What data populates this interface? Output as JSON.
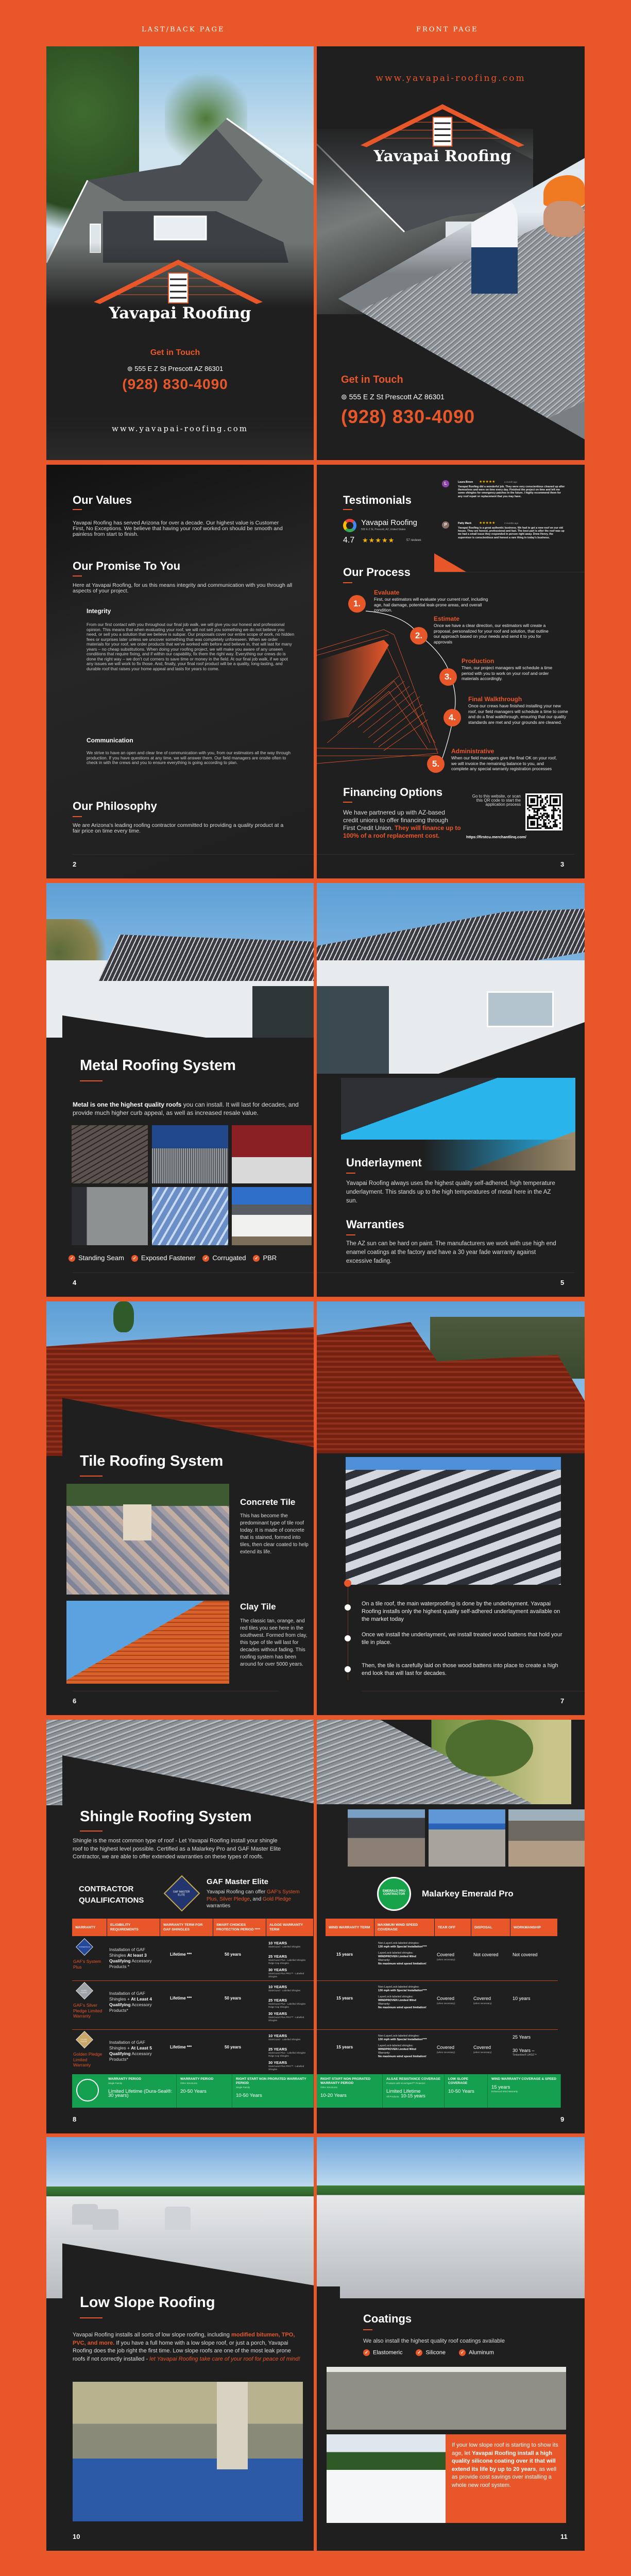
{
  "labels": {
    "back": "LAST/BACK PAGE",
    "front": "FRONT PAGE"
  },
  "colors": {
    "accent": "#e8572a",
    "dark": "#1f1f1f",
    "green": "#15a04f"
  },
  "brand": {
    "name": "Yavapai Roofing",
    "website": "www.yavapai-roofing.com",
    "get_in_touch": "Get in Touch",
    "address": "555 E Z St Prescott AZ 86301",
    "phone": "(928) 830-4090",
    "location_icon": "location-pin-icon"
  },
  "p2": {
    "values_title": "Our Values",
    "values_text": "Yavapai Roofing has served Arizona for over a decade. Our highest value is Customer First, No Exceptions. We believe that having your roof worked on should be smooth and painless from start to finish.",
    "promise_title": "Our Promise To You",
    "promise_text": "Here at Yavapai Roofing, for us this means integrity and communication with you through all aspects of your project.",
    "integrity_title": "Integrity",
    "integrity_text": "From our first contact with you throughout our final job walk, we will give you our honest and professional opinion. This means that when evaluating your roof, we will not sell you something we do not believe you need, or sell you a solution that we believe is subpar. Our proposals cover our entire scope of work, no hidden fees or surprises later unless we uncover something that was completely unforeseen. When we order materials for your roof, we order products that we've worked with before and believe in, that will last for many years – no cheap substitutions. When doing your roofing project, we will make you aware of any unseen conditions that require fixing, and if within our capability, fix them the right way. Everything our crews do is done the right way – we don't cut corners to save time or money in the field. At our final job walk, if we spot any issues we will work to fix those. And, finally, your final roof product will be a quality, long-lasting, and durable roof that raises your home appeal and lasts for years to come.",
    "communication_title": "Communication",
    "communication_text": "We strive to have an open and clear line of communication with you, from our estimators all the way through production. If you have questions at any time, we will answer them. Our field managers are onsite often to check in with the crews and you to ensure everything is going according to plan.",
    "philosophy_title": "Our Philosophy",
    "philosophy_text": "We are Arizona's leading roofing contractor committed to providing a quality product at a fair price on time every time.",
    "page": "2"
  },
  "p3": {
    "testimonials_title": "Testimonials",
    "google": {
      "name": "Yavapai Roofing",
      "address": "555 E Z St, Prescott, AZ, United States",
      "rating": "4.7",
      "stars": 4.7,
      "reviews": "57 reviews"
    },
    "reviews": [
      {
        "initial": "L",
        "name": "Laura Breen",
        "stars": 5,
        "time": "a month ago",
        "text": "Yavapai Roofing did a wonderful job. They were very conscientious cleaned up after themselves and were on time every day. Finished the project on time and left me some shingles for emergency patches in the future. I highly recommend them for any roof repair or replacement that you may have."
      },
      {
        "initial": "P",
        "name": "Patty Mack",
        "stars": 5,
        "time": "2 months ago",
        "text": "Yavapai Roofing is a great authentic business. We had to get a new roof on our old house. They are honest, professional and fast. The best part is after the roof was up we had a small issue they responded in person right away. Drew Henry, the supervisor is conscientious and honest a rare thing in today's business."
      }
    ],
    "process_title": "Our Process",
    "steps": [
      {
        "num": "1.",
        "title": "Evaluate",
        "text": "First, our estimators will evaluate your current roof, including age, hail damage, potential leak-prone areas, and overall condition."
      },
      {
        "num": "2.",
        "title": "Estimate",
        "text": "Once we have a clear direction, our estimators will create a proposal, personalized for your roof and solution, that outline our approach based on your needs and send it to you for approvals"
      },
      {
        "num": "3.",
        "title": "Production",
        "text": "Then, our project managers will schedule a time period with you to work on your roof and order materials accordingly."
      },
      {
        "num": "4.",
        "title": "Final Walkthrough",
        "text": "Once our crews have finished installing your new roof, our field managers will schedule a time to come and do a final walkthrough, ensuring that our quality standards are met and your grounds are cleaned."
      },
      {
        "num": "5.",
        "title": "Administrative",
        "text": "When our field managers give the final OK on your roof, we will invoice the remaining balance to you, and complete any special warranty registration processes"
      }
    ],
    "financing": {
      "title": "Financing Options",
      "text": "We have partnered up with AZ-based credit unions to offer financing through First Credit Union.",
      "highlight": "They will finance up to 100% of a roof replacement cost.",
      "qr_text": "Go to this website, or scan this QR code to start the application process",
      "url": "https://firstcu.merchantlinq.com/"
    },
    "page": "3"
  },
  "p4": {
    "title": "Metal Roofing System",
    "intro_bold": "Metal is one the highest quality roofs",
    "intro_rest": " you can install. It will last for decades, and provide much higher curb appeal, as well as increased resale value.",
    "types": [
      "Standing Seam",
      "Exposed Fastener",
      "Corrugated",
      "PBR"
    ],
    "page": "4"
  },
  "p5": {
    "underlayment_title": "Underlayment",
    "underlayment_text": "Yavapai Roofing always uses the highest quality self-adhered, high temperature underlayment. This stands up to the high temperatures of metal here in the AZ sun.",
    "warranties_title": "Warranties",
    "warranties_text": "The AZ sun can be hard on paint. The manufacturers we work with use high end enamel coatings at the factory and have a 30 year fade warranty against excessive fading.",
    "page": "5"
  },
  "p6": {
    "title": "Tile Roofing System",
    "concrete_title": "Concrete Tile",
    "concrete_text": "This has become the predominant type of tile roof today. It is made of concrete that is stained, formed into tiles, then clear coated to help extend its life.",
    "clay_title": "Clay Tile",
    "clay_text": "The classic tan, orange, and red tiles you see here in the southwest. Formed from clay, this type of tile will last for decades without fading. This roofing system has been around for over 5000 years.",
    "page": "6"
  },
  "p7": {
    "steps": [
      "On a tile roof, the main waterproofing is done by the underlayment. Yavapai Roofing installs only the highest quality self-adhered underlayment available on the market today",
      "Once we install the underlayment, we install treated wood battens that hold your tile in place.",
      "Then, the tile is carefully laid on those wood battens into place to create a high end look that will last for decades."
    ],
    "page": "7"
  },
  "p8": {
    "title": "Shingle Roofing System",
    "intro": "Shingle is the most common type of roof - Let Yavapai Roofing install your shingle roof to the highest level possible. Certified as a Malarkey Pro and GAF Master Elite Contractor, we are able to offer extended warranties on these types of roofs.",
    "qual_title": "CONTRACTOR QUALIFICATIONS",
    "gaf_badge": "GAF MASTER ELITE",
    "gaf_title": "GAF Master Elite",
    "gaf_text_1": "Yavapai Roofing can offer ",
    "gaf_hl_1": "GAF's System Plus, Silver Pledge",
    "gaf_text_2": ", and ",
    "gaf_hl_2": "Gold Pledge",
    "gaf_text_3": " warranties",
    "page": "8"
  },
  "p9": {
    "malarkey_badge": "EMERALD PRO CONTRACTOR",
    "malarkey_title": "Malarkey Emerald Pro",
    "page": "9"
  },
  "table": {
    "headers_left": [
      "WARRANTY",
      "ELIGIBILITY REQUIREMENTS",
      "WARRANTY TERM FOR GAF SHINGLES",
      "SMART CHOICES PROTECTION PERIOD ****",
      "ALGOE WARRANTY TERM"
    ],
    "headers_right": [
      "WIND WARRANTY TERM",
      "MAXIMUM WIND SPEED COVERAGE",
      "TEAR OFF",
      "DISPOSAL",
      "WORKMANSHIP"
    ],
    "algae": [
      {
        "term": "10 YEARS",
        "note": "StainGuard - Labelled Shingles"
      },
      {
        "term": "25 YEARS",
        "note": "StainGuard Plus - Labelled Shingles Ridge Cap Shingles"
      },
      {
        "term": "30 YEARS",
        "note": "StainGuard Plus PRO™ - Labelled Shingles"
      }
    ],
    "wind_speed": {
      "a_label": "Non-LayerLock-labeled shingles:",
      "a_value": "130 mph with Special Installation****",
      "b_label": "LayerLock-labeled shingles:",
      "b_value": "WINDPROVEN Limited Wind",
      "b_label2": "Warranty:",
      "b_value2": "No maximum wind speed limitation!"
    },
    "rows": [
      {
        "badge": "SYSTEM PLUS",
        "warranty": "GAF's System Plus",
        "elig_a": "Installation of GAF Shingles ",
        "elig_b": "At least 3 Qualifying",
        "elig_c": " Accessory Products *",
        "term": "Lifetime ***",
        "smart": "50 years",
        "wind": "15 years",
        "tear_off": "Covered",
        "tear_note": "(when necessary)",
        "disposal": "Not covered",
        "disposal_note": "",
        "workmanship": "Not covered",
        "workmanship_2": "",
        "workmanship_note": ""
      },
      {
        "badge": "SILVER PLEDGE",
        "warranty": "GAF's Silver Pledge Limited Warranty",
        "elig_a": "Installation of GAF Shingles + ",
        "elig_b": "At Least 4 Qualifying",
        "elig_c": " Accessory Products*",
        "term": "Lifetime ***",
        "smart": "50 years",
        "wind": "15 years",
        "tear_off": "Covered",
        "tear_note": "(when necessary)",
        "disposal": "Covered",
        "disposal_note": "(when necessary)",
        "workmanship": "10 years",
        "workmanship_2": "",
        "workmanship_note": ""
      },
      {
        "badge": "GOLDEN PLEDGE",
        "warranty": "Golden Pledge Limited Warranty",
        "elig_a": "Installation of GAF Shingles + ",
        "elig_b": "At Least 5 Qualifying",
        "elig_c": " Accessory Products*",
        "term": "Lifetime ***",
        "smart": "50 years",
        "wind": "15 years",
        "tear_off": "Covered",
        "tear_note": "(when necessary)",
        "disposal": "Covered",
        "disposal_note": "(when necessary)",
        "workmanship": "25 Years",
        "workmanship_2": "30 Years –",
        "workmanship_note": "Timberline® UHDZ™"
      }
    ],
    "green_left": [
      {
        "title": "WARRANTY PERIOD",
        "sub": "Single Family",
        "value": "Limited Lifetime (Dura-Seal®: 30 years)"
      },
      {
        "title": "WARRANTY PERIOD",
        "sub": "Other Structures",
        "value": "20-50 Years"
      },
      {
        "title": "RIGHT START NON PRORATED WARRANTY PERIOD",
        "sub": "Single Family",
        "value": "10-50 Years"
      }
    ],
    "green_right": [
      {
        "title": "RIGHT START NON PRORATED WARRANTY PERIOD",
        "sub": "Other Structures",
        "value": "10-20 Years"
      },
      {
        "title": "ALGAE RESISTANCE COVERAGE",
        "sub": "Products with Scotchgard™ Protector:",
        "value": "Limited Lifetime",
        "extra_label": "All Products:",
        "extra": "10-15 years"
      },
      {
        "title": "LOW SLOPE COVERAGE",
        "sub": "",
        "value": "10-50 Years"
      },
      {
        "title": "WIND WARRANTY COVERAGE & SPEED",
        "sub": "",
        "value": "15 years",
        "note": "Enhanced Wind Warranty"
      }
    ]
  },
  "p10": {
    "title": "Low Slope Roofing",
    "text_1": "Yavapai Roofing installs all sorts of low slope roofing, including ",
    "hl_1": "modified bitumen, TPO, PVC, and more.",
    "text_2": " If you have a full home with a low slope roof, or just a porch, Yavapai Roofing does the job right the first time. Low slope roofs are one of the most leak prone roofs if not correctly installed - ",
    "hl_2": "let Yavapai Roofing take care of your roof for peace of mind!",
    "page": "10"
  },
  "p11": {
    "title": "Coatings",
    "text": "We also install the highest quality roof coatings available",
    "types": [
      "Elastomeric",
      "Silicone",
      "Aluminum"
    ],
    "box_1": "If your low slope roof is starting to show its age, let ",
    "box_bold": "Yavapai Roofing install a high quality silicone coating over it that will extend its life by up to 20 years",
    "box_2": ", as well as provide cost savings over installing a whole new roof system.",
    "page": "11"
  }
}
